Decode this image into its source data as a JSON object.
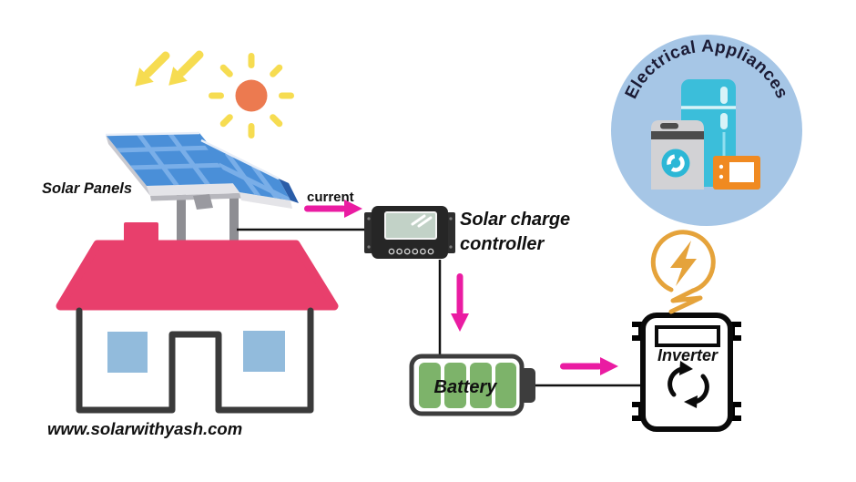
{
  "diagram": {
    "watermark": "www.solarwithyash.com",
    "flow": {
      "current_label": "current"
    },
    "nodes": {
      "solar_panels": {
        "label": "Solar Panels"
      },
      "charge_controller": {
        "label_line1": "Solar charge",
        "label_line2": "controller"
      },
      "battery": {
        "label": "Battery"
      },
      "inverter": {
        "label": "Inverter"
      },
      "appliances": {
        "label": "Electrical Appliances"
      }
    },
    "colors": {
      "sun_orange": "#ec7a50",
      "ray_yellow": "#f6dc51",
      "panel_blue": "#4a8fd8",
      "panel_grid": "#79aee8",
      "panel_edge_dark": "#2a5da8",
      "panel_frame": "#e4e4e8",
      "pole_gray": "#8e8e93",
      "roof_pink": "#e83f6c",
      "window_blue": "#92bbdc",
      "house_outline": "#3a3a3a",
      "arrow_pink": "#ea1ca2",
      "wire_black": "#111111",
      "controller_body": "#262626",
      "controller_screen": "#c2d2c7",
      "battery_green": "#7db36a",
      "battery_border": "#3d3d3d",
      "lightning_orange": "#e5a33b",
      "appliance_circle_blue": "#a6c6e6",
      "arc_text_navy": "#1b1b35",
      "fridge_cyan": "#3bbeda",
      "washer_gray": "#d2d2d5",
      "washer_dark": "#4c4c4c",
      "washer_door_cyan": "#2cb7d6",
      "microwave_orange": "#f08a21"
    }
  }
}
